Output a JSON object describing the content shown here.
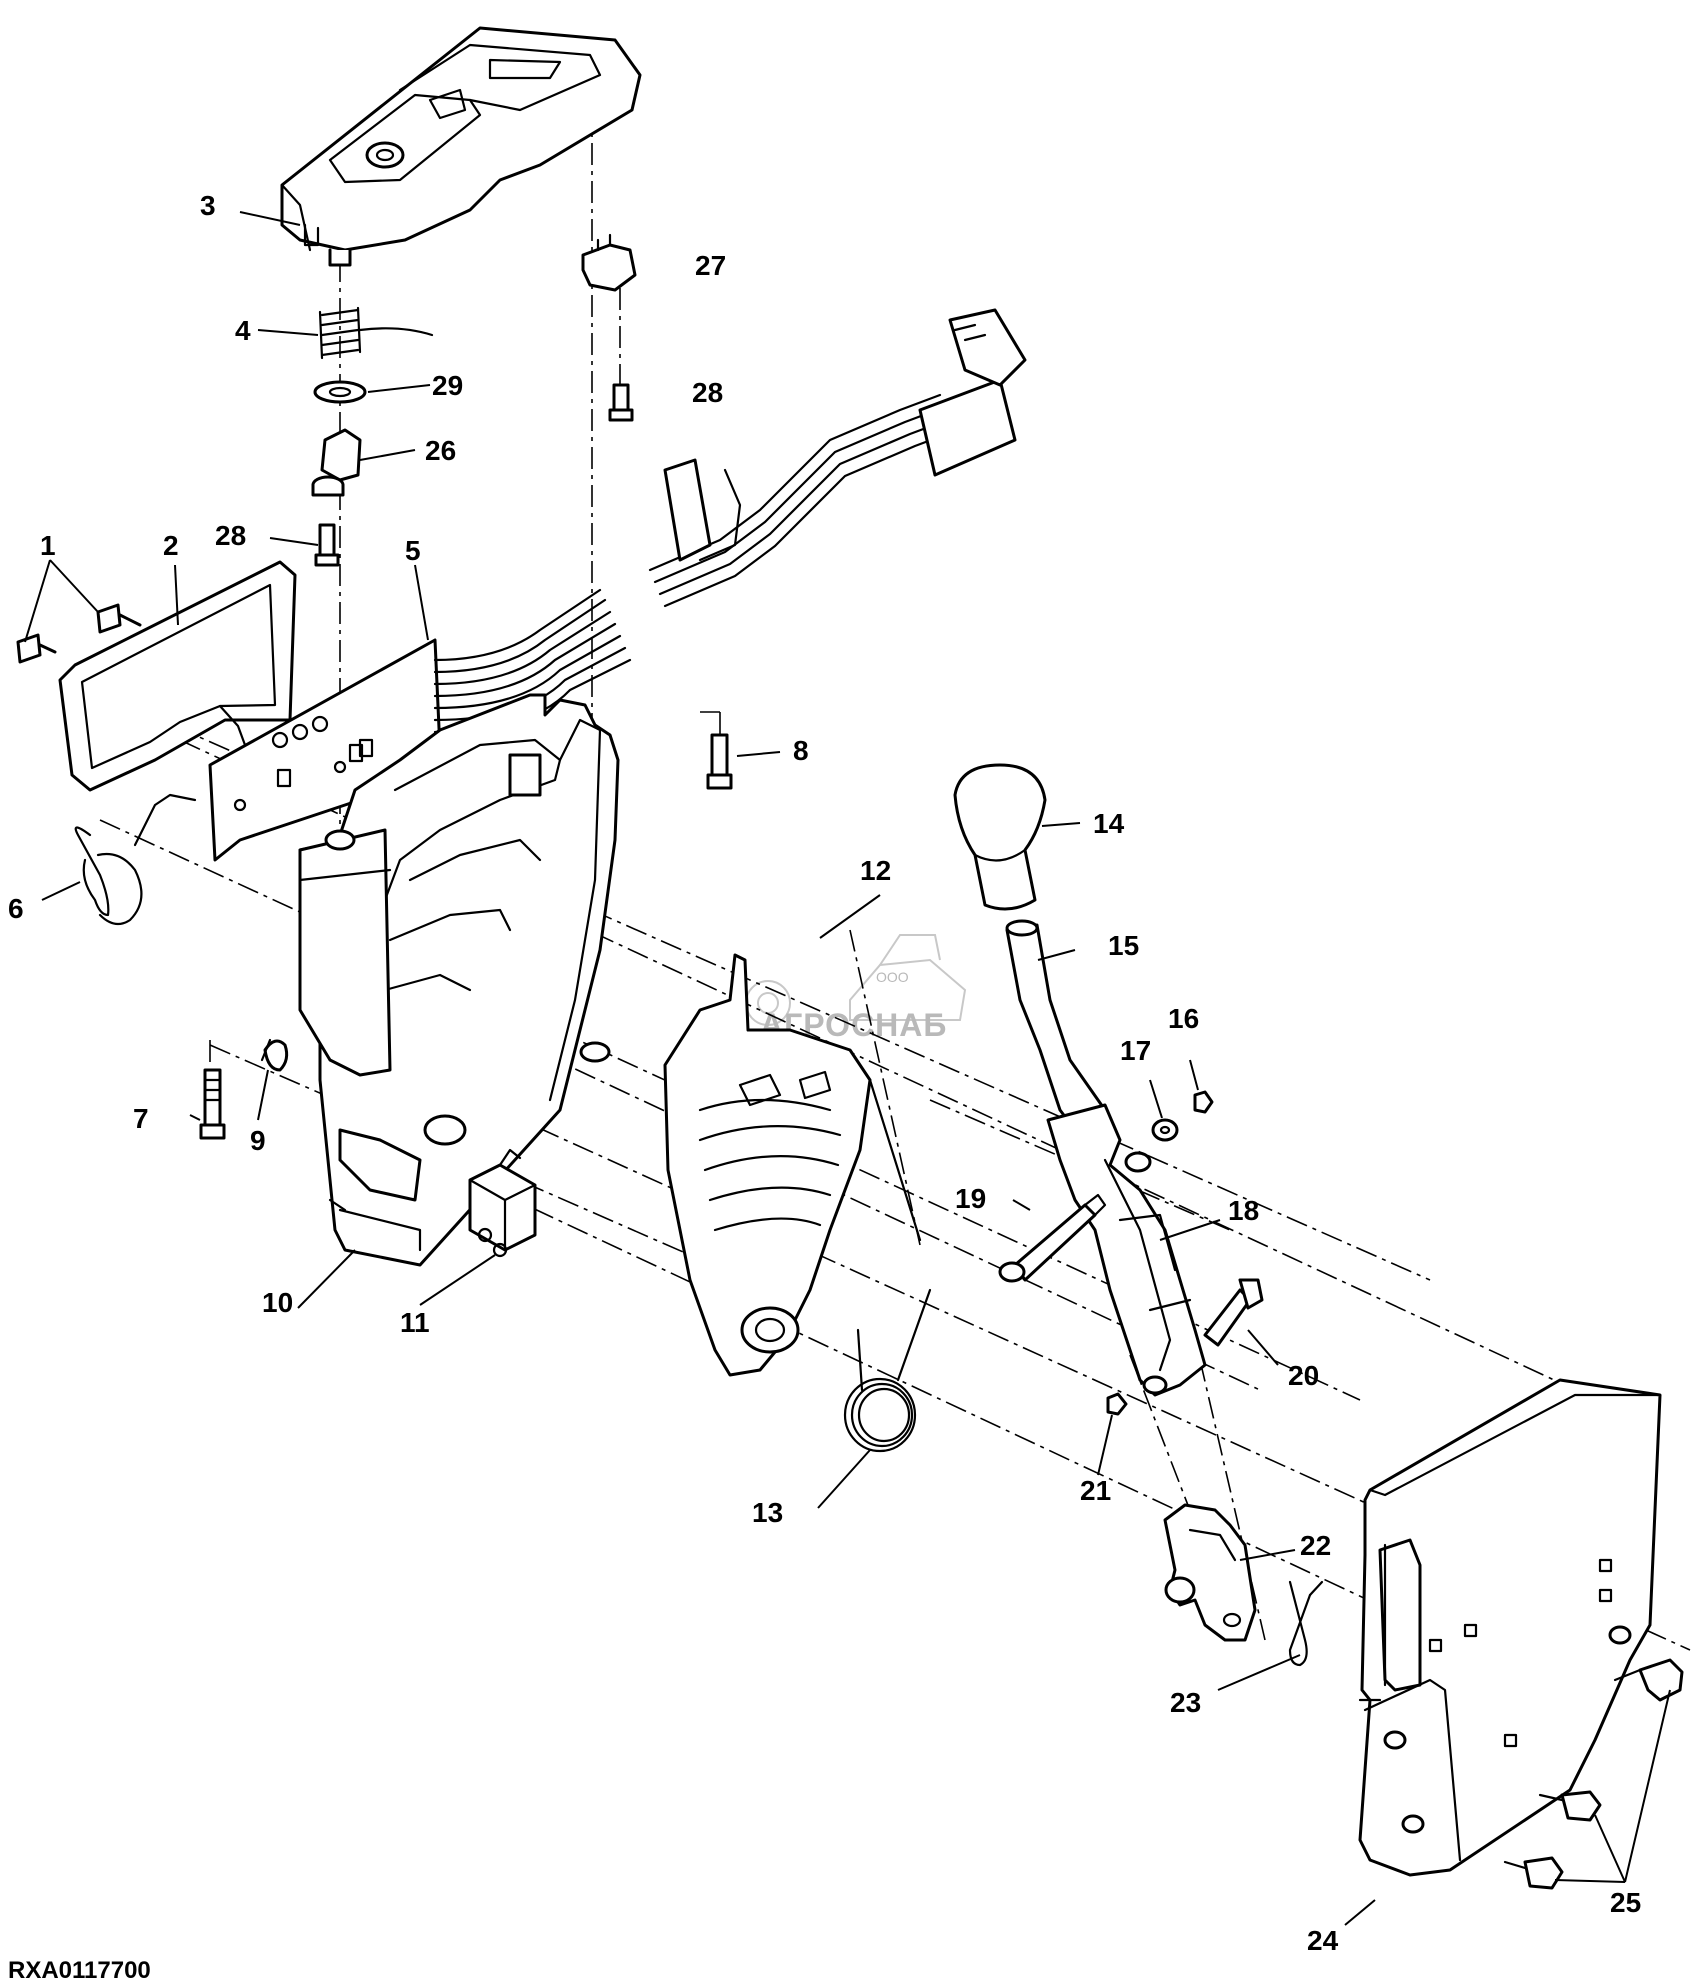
{
  "figure_id": "RXA0117700",
  "watermark": {
    "brand": "АГРОСНАБ",
    "prefix": "ООО"
  },
  "callouts": [
    {
      "id": "c1",
      "text": "1"
    },
    {
      "id": "c2",
      "text": "2"
    },
    {
      "id": "c3",
      "text": "3"
    },
    {
      "id": "c4",
      "text": "4"
    },
    {
      "id": "c5",
      "text": "5"
    },
    {
      "id": "c6",
      "text": "6"
    },
    {
      "id": "c7",
      "text": "7"
    },
    {
      "id": "c8",
      "text": "8"
    },
    {
      "id": "c9",
      "text": "9"
    },
    {
      "id": "c10",
      "text": "10"
    },
    {
      "id": "c11",
      "text": "11"
    },
    {
      "id": "c12",
      "text": "12"
    },
    {
      "id": "c13",
      "text": "13"
    },
    {
      "id": "c14",
      "text": "14"
    },
    {
      "id": "c15",
      "text": "15"
    },
    {
      "id": "c16",
      "text": "16"
    },
    {
      "id": "c17",
      "text": "17"
    },
    {
      "id": "c18",
      "text": "18"
    },
    {
      "id": "c19",
      "text": "19"
    },
    {
      "id": "c20",
      "text": "20"
    },
    {
      "id": "c21",
      "text": "21"
    },
    {
      "id": "c22",
      "text": "22"
    },
    {
      "id": "c23",
      "text": "23"
    },
    {
      "id": "c24",
      "text": "24"
    },
    {
      "id": "c25",
      "text": "25"
    },
    {
      "id": "c26",
      "text": "26"
    },
    {
      "id": "c27",
      "text": "27"
    },
    {
      "id": "c28a",
      "text": "28"
    },
    {
      "id": "c28b",
      "text": "28"
    },
    {
      "id": "c29",
      "text": "29"
    }
  ]
}
